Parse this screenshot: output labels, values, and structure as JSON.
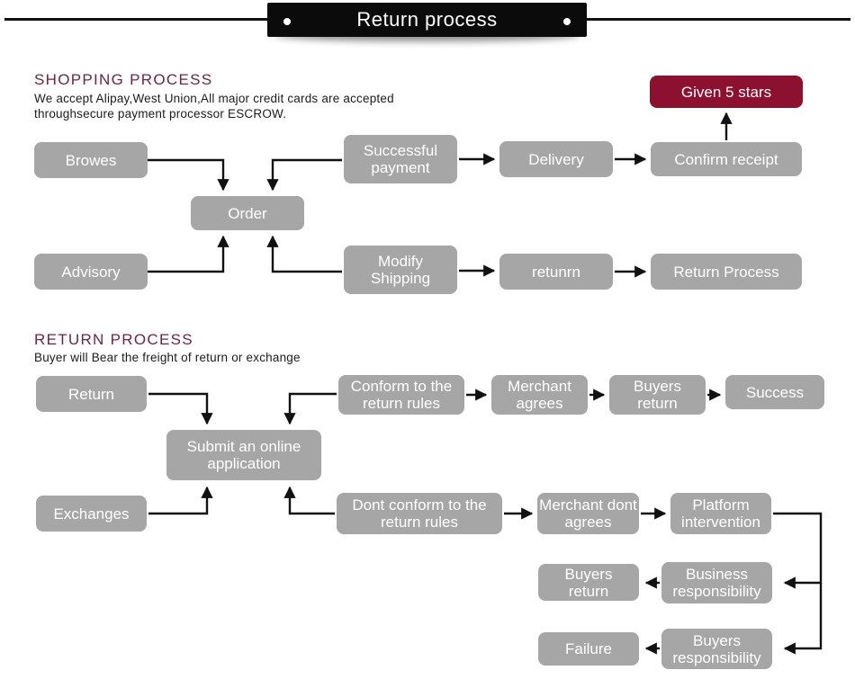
{
  "colors": {
    "banner_bg": "#0b0b0b",
    "banner_text": "#ffffff",
    "box_gray": "#a6a6a6",
    "box_text": "#ffffff",
    "accent_maroon": "#8c1130",
    "heading_maroon": "#6f2540",
    "body_text": "#1c1c1c",
    "arrow": "#111111"
  },
  "banner": {
    "title": "Return process"
  },
  "shopping": {
    "heading": "SHOPPING PROCESS",
    "subtitle_line1": "We accept Alipay,West Union,All major credit cards are accepted",
    "subtitle_line2": "throughsecure payment processor ESCROW.",
    "nodes": {
      "browes": "Browes",
      "order": "Order",
      "advisory": "Advisory",
      "successful_payment": "Successful payment",
      "delivery": "Delivery",
      "confirm_receipt": "Confirm receipt",
      "given_5_stars": "Given 5 stars",
      "modify_shipping": "Modify Shipping",
      "retunrn": "retunrn",
      "return_process": "Return Process"
    },
    "edges": [
      {
        "from": "browes",
        "to": "order"
      },
      {
        "from": "successful_payment",
        "to": "order"
      },
      {
        "from": "advisory",
        "to": "order"
      },
      {
        "from": "modify_shipping",
        "to": "order"
      },
      {
        "from": "successful_payment",
        "to": "delivery"
      },
      {
        "from": "delivery",
        "to": "confirm_receipt"
      },
      {
        "from": "confirm_receipt",
        "to": "given_5_stars"
      },
      {
        "from": "modify_shipping",
        "to": "retunrn"
      },
      {
        "from": "retunrn",
        "to": "return_process"
      }
    ]
  },
  "returns": {
    "heading": "RETURN PROCESS",
    "subtitle": "Buyer will Bear the freight of return or exchange",
    "nodes": {
      "return": "Return",
      "submit": "Submit an online application",
      "exchanges": "Exchanges",
      "conform": "Conform to the return rules",
      "merchant_agrees": "Merchant agrees",
      "buyers_return_1": "Buyers return",
      "success": "Success",
      "dont_conform": "Dont conform to the return rules",
      "merchant_dont_agrees": "Merchant dont agrees",
      "platform_intervention": "Platform intervention",
      "business_responsibility": "Business responsibility",
      "buyers_return_2": "Buyers return",
      "failure": "Failure",
      "buyers_responsibility": "Buyers responsibility"
    },
    "edges": [
      {
        "from": "return",
        "to": "submit"
      },
      {
        "from": "conform",
        "to": "submit"
      },
      {
        "from": "exchanges",
        "to": "submit"
      },
      {
        "from": "dont_conform",
        "to": "submit"
      },
      {
        "from": "conform",
        "to": "merchant_agrees"
      },
      {
        "from": "merchant_agrees",
        "to": "buyers_return_1"
      },
      {
        "from": "buyers_return_1",
        "to": "success"
      },
      {
        "from": "dont_conform",
        "to": "merchant_dont_agrees"
      },
      {
        "from": "merchant_dont_agrees",
        "to": "platform_intervention"
      },
      {
        "from": "platform_intervention",
        "to": "business_responsibility"
      },
      {
        "from": "business_responsibility",
        "to": "buyers_return_2"
      },
      {
        "from": "platform_intervention",
        "to": "buyers_responsibility"
      },
      {
        "from": "buyers_responsibility",
        "to": "failure"
      }
    ]
  }
}
